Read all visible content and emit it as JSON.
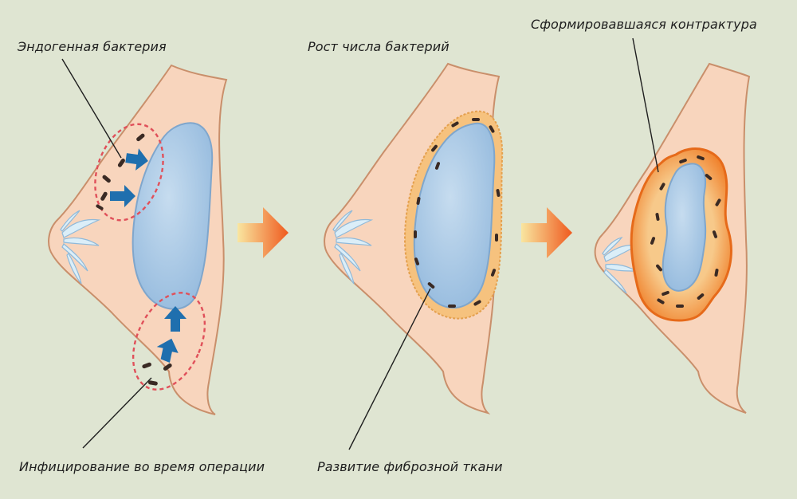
{
  "labels": {
    "endogenous_bacteria": "Эндогенная бактерия",
    "bacteria_growth": "Рост числа бактерий",
    "formed_contracture": "Сформировавшаяся контрактура",
    "infection_during_surgery": "Инфицирование во время операции",
    "fibrous_tissue_development": "Развитие фиброзной ткани"
  },
  "colors": {
    "background": "#dfe5d2",
    "skin": "#f8d5bd",
    "skin_outline": "#c98f6b",
    "implant": "#a8c9e6",
    "implant_outline": "#7fa6cc",
    "fibrous_capsule": "#f6c27e",
    "contracture_capsule": "#f08a2a",
    "bacteria": "#3a2a24",
    "flow_arrow": "#1f6fae",
    "dashed_circle": "#e0505a",
    "leader_line": "#1e1e1e",
    "stage_arrow_start": "#f9e6a0",
    "stage_arrow_end": "#ef5a1e"
  }
}
